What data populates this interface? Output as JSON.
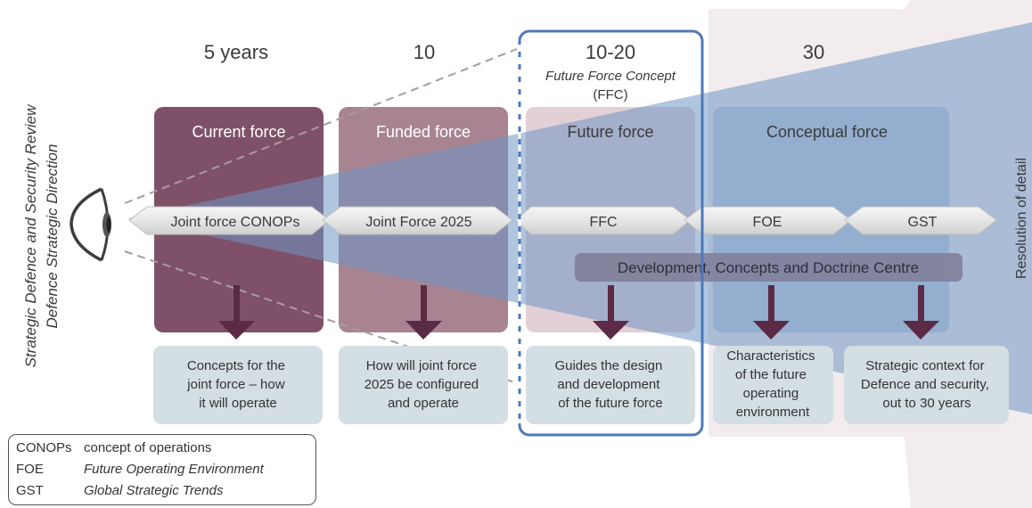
{
  "side_labels": {
    "line1": "Strategic Defence and Security Review",
    "line2": "Defence Strategic Direction"
  },
  "timeline": [
    "5 years",
    "10",
    "10-20",
    "30"
  ],
  "ffc_header": {
    "title": "Future Force Concept",
    "abbr": "(FFC)"
  },
  "forces": [
    "Current force",
    "Funded force",
    "Future force",
    "Conceptual force"
  ],
  "documents": [
    "Joint force CONOPs",
    "Joint Force 2025",
    "FFC",
    "FOE",
    "GST"
  ],
  "dcdc_label": "Development, Concepts and Doctrine Centre",
  "outcomes": [
    [
      "Concepts for the",
      "joint force – how",
      "it will operate"
    ],
    [
      "How will joint force",
      "2025 be configured",
      "and operate"
    ],
    [
      "Guides the design",
      "and development",
      "of the future force"
    ],
    [
      "Characteristics",
      "of the future",
      "operating",
      "environment"
    ],
    [
      "Strategic context for",
      "Defence and security,",
      "out to 30 years"
    ]
  ],
  "resolution_label": "Resolution of detail",
  "legend": [
    {
      "term": "CONOPs",
      "definition": "concept of operations",
      "italic": false
    },
    {
      "term": "FOE",
      "definition": "Future Operating Environment",
      "italic": true
    },
    {
      "term": "GST",
      "definition": "Global Strategic Trends",
      "italic": true
    }
  ],
  "colors": {
    "current_force": "#7e5168",
    "funded_force": "#a88493",
    "future_force": "#e3cfd6",
    "conceptual_force": "#bfcddb",
    "cone": "#6f96c3",
    "outcome_box": "#d4dfe3",
    "arrow": "#5b2a45",
    "ffc_outline": "#4d79b9",
    "dcdc_bar": "#7f7c98",
    "text_dark": "#3a3a3a"
  }
}
